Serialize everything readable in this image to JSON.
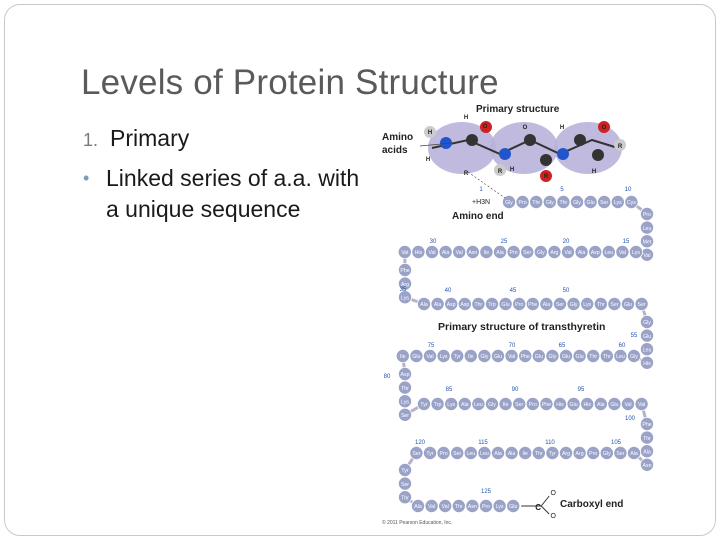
{
  "slide": {
    "title": "Levels of Protein Structure",
    "bullet1_number": "1.",
    "bullet1_text": "Primary",
    "bullet2_text": "Linked series of a.a. with a unique sequence"
  },
  "figure": {
    "header": "Primary structure",
    "amino_acids_label": "Amino acids",
    "nterm": "+H3N",
    "amino_end": "Amino end",
    "carboxyl_end": "Carboxyl end",
    "caption": "Primary structure of transthyretin",
    "credit": "© 2011 Pearson Education, Inc.",
    "atom_labels": [
      "H",
      "H",
      "H",
      "O",
      "R",
      "O",
      "H",
      "H",
      "H",
      "O",
      "R",
      "R",
      "R"
    ],
    "numbers": [
      "1",
      "5",
      "10",
      "15",
      "20",
      "25",
      "30",
      "35",
      "40",
      "45",
      "50",
      "55",
      "60",
      "65",
      "70",
      "75",
      "80",
      "85",
      "90",
      "95",
      "100",
      "105",
      "110",
      "115",
      "120",
      "125"
    ],
    "sequence": {
      "row1": [
        "Gly",
        "Pro",
        "Thr",
        "Gly",
        "Thr",
        "Gly",
        "Glu",
        "Ser",
        "Lys",
        "Cys"
      ],
      "turn1": [
        "Pro",
        "Leu",
        "Met",
        "Val"
      ],
      "row2": [
        "Lys",
        "Val",
        "Leu",
        "Asp",
        "Ala",
        "Val",
        "Arg",
        "Gly",
        "Ser",
        "Pro",
        "Ala",
        "Ile",
        "Asn",
        "Val",
        "Ala",
        "Val",
        "His",
        "Val"
      ],
      "turn2": [
        "Phe",
        "Arg",
        "Lys"
      ],
      "row3": [
        "Ala",
        "Ala",
        "Asp",
        "Asp",
        "Thr",
        "Trp",
        "Glu",
        "Pro",
        "Phe",
        "Ala",
        "Ser",
        "Gly",
        "Lys",
        "Thr",
        "Ser",
        "Glu",
        "Ser"
      ],
      "turn3": [
        "Gly",
        "Glu",
        "Leu",
        "His"
      ],
      "row4": [
        "Gly",
        "Leu",
        "Thr",
        "Thr",
        "Glu",
        "Glu",
        "Gly",
        "Glu",
        "Phe",
        "Val",
        "Glu",
        "Gly",
        "Ile",
        "Tyr",
        "Lys",
        "Val",
        "Glu",
        "Ile"
      ],
      "turn4": [
        "Asp",
        "Thr",
        "Lys",
        "Ser"
      ],
      "row5": [
        "Tyr",
        "Trp",
        "Lys",
        "Ala",
        "Leu",
        "Gly",
        "Ile",
        "Ser",
        "Pro",
        "Phe",
        "His",
        "Glu",
        "His",
        "Ala",
        "Glu",
        "Val",
        "Val"
      ],
      "turn5": [
        "Phe",
        "Thr",
        "Ala",
        "Asn"
      ],
      "row6": [
        "Ala",
        "Ser",
        "Gly",
        "Pro",
        "Arg",
        "Arg",
        "Tyr",
        "Thr",
        "Ile",
        "Ala",
        "Ala",
        "Leu",
        "Leu",
        "Ser",
        "Pro",
        "Tyr",
        "Ser"
      ],
      "turn6": [
        "Tyr",
        "Ser",
        "Thr"
      ],
      "row7": [
        "Ala",
        "Val",
        "Val",
        "Thr",
        "Asn",
        "Pro",
        "Lys",
        "Glu"
      ]
    }
  }
}
